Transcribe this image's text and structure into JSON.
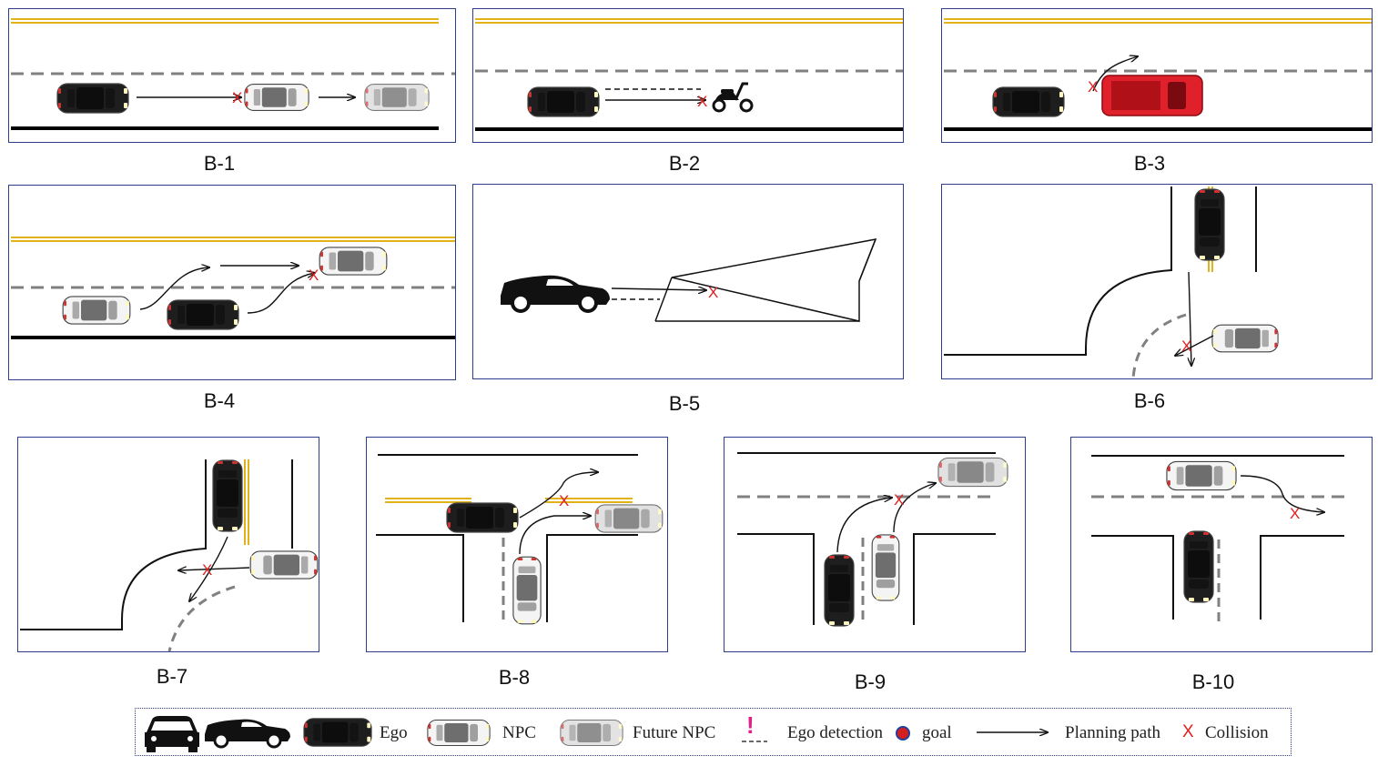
{
  "captions": {
    "b1": "B-1",
    "b2": "B-2",
    "b3": "B-3",
    "b4": "B-4",
    "b5": "B-5",
    "b6": "B-6",
    "b7": "B-7",
    "b8": "B-8",
    "b9": "B-9",
    "b10": "B-10"
  },
  "collision_mark": "X",
  "legend": {
    "ego": "Ego",
    "npc": "NPC",
    "future_npc": "Future NPC",
    "ego_detection": "Ego detection",
    "goal": "goal",
    "planning_path": "Planning path",
    "collision": "Collision",
    "detection_mark": "!"
  },
  "colors": {
    "panel_border": "#2f3f8f",
    "lane_divider": "#808080",
    "double_yellow": "#e2b21a",
    "collision": "#e02020",
    "ego_car": "#1e1e1e",
    "npc_car": "#f4f4f4",
    "future_npc_car": "#d8d8d8",
    "red_truck": "#e0202a",
    "goal_dot": "#d42020",
    "goal_ring": "#2040a0",
    "detection_mark": "#e0208a"
  },
  "icons": [
    "car-silhouette-icon",
    "sports-car-icon",
    "scooter-icon",
    "ramp-icon"
  ]
}
